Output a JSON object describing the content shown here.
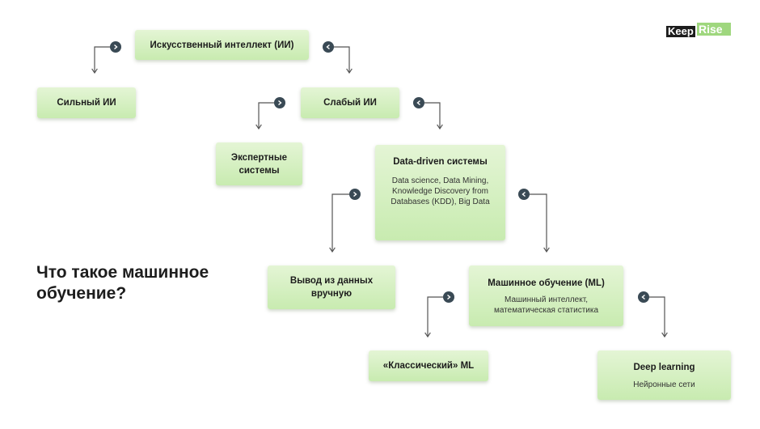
{
  "logo": {
    "part1": "Keep",
    "part2": "Rise",
    "accent": "#9fd77e"
  },
  "heading": "Что такое машинное обучение?",
  "nodes": {
    "ai": {
      "title": "Искусственный интеллект  (ИИ)"
    },
    "strong": {
      "title": "Сильный ИИ"
    },
    "weak": {
      "title": "Слабый ИИ"
    },
    "expert": {
      "title": "Экспертные системы"
    },
    "dd": {
      "title": "Data-driven системы",
      "subtitle": "Data science, Data Mining, Knowledge Discovery from Databases (KDD), Big Data"
    },
    "manual": {
      "title": "Вывод из данных вручную"
    },
    "ml": {
      "title": "Машинное обучение (ML)",
      "subtitle": "Машинный интеллект, математическая статистика"
    },
    "classic": {
      "title": "«Классический» ML"
    },
    "deep": {
      "title": "Deep learning",
      "subtitle": "Нейронные сети"
    }
  },
  "colors": {
    "node_top": "#e4f5d5",
    "node_bottom": "#c8ebb0",
    "connector": "#555555",
    "badge": "#3a4a55"
  },
  "connector_icons": [
    "chevron-right-icon",
    "chevron-left-icon"
  ]
}
